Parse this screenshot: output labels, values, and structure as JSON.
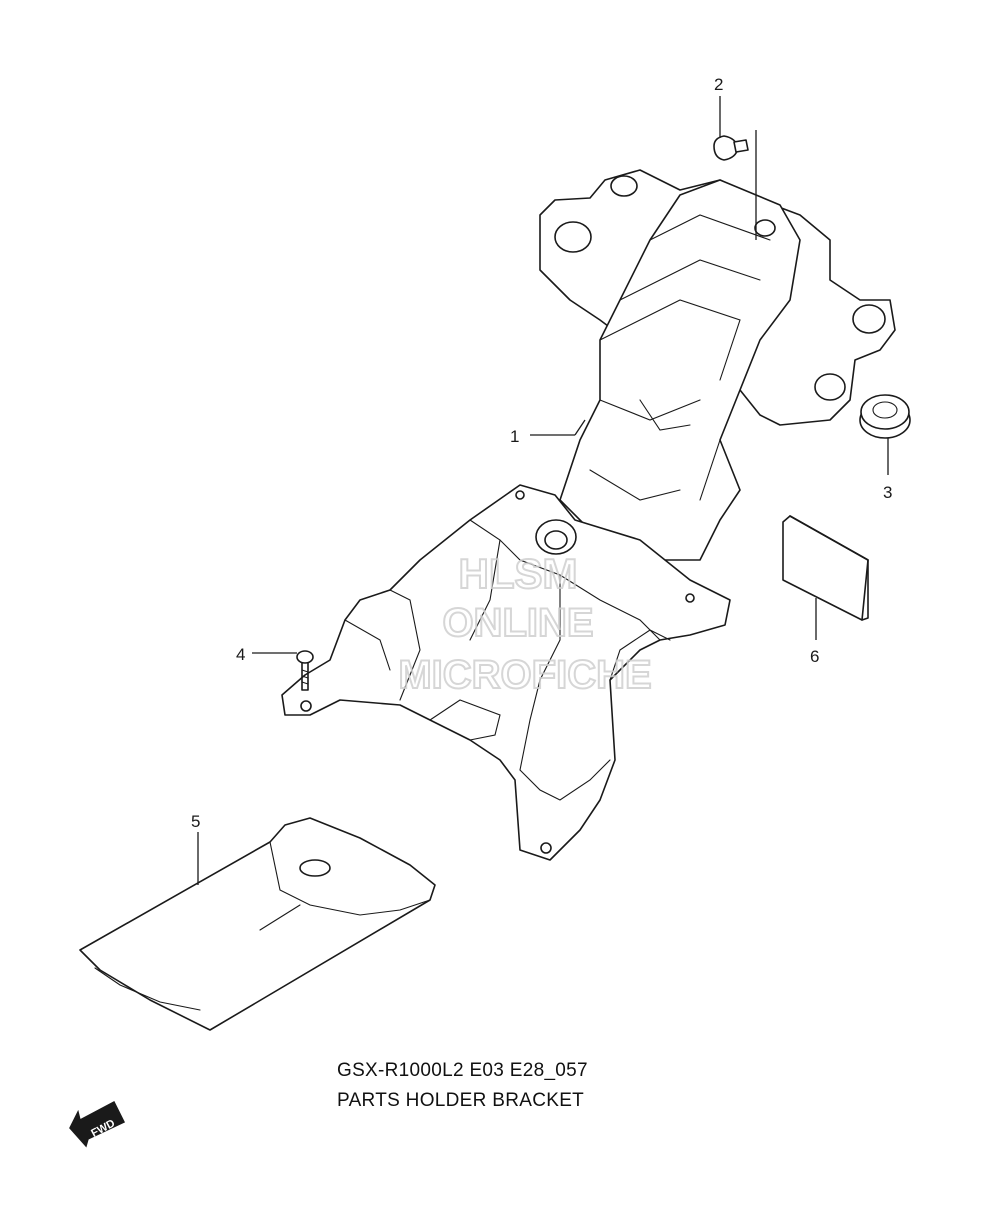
{
  "callouts": [
    {
      "label": "1"
    },
    {
      "label": "2"
    },
    {
      "label": "3"
    },
    {
      "label": "4"
    },
    {
      "label": "5"
    },
    {
      "label": "6"
    }
  ],
  "caption": {
    "model": "GSX-R1000L2 E03 E28_057",
    "title": "PARTS HOLDER BRACKET"
  },
  "watermark": {
    "line1": "HLSM",
    "line2": "ONLINE",
    "line3": "MICROFICHE"
  },
  "fwd_badge": {
    "label": "FWD"
  }
}
